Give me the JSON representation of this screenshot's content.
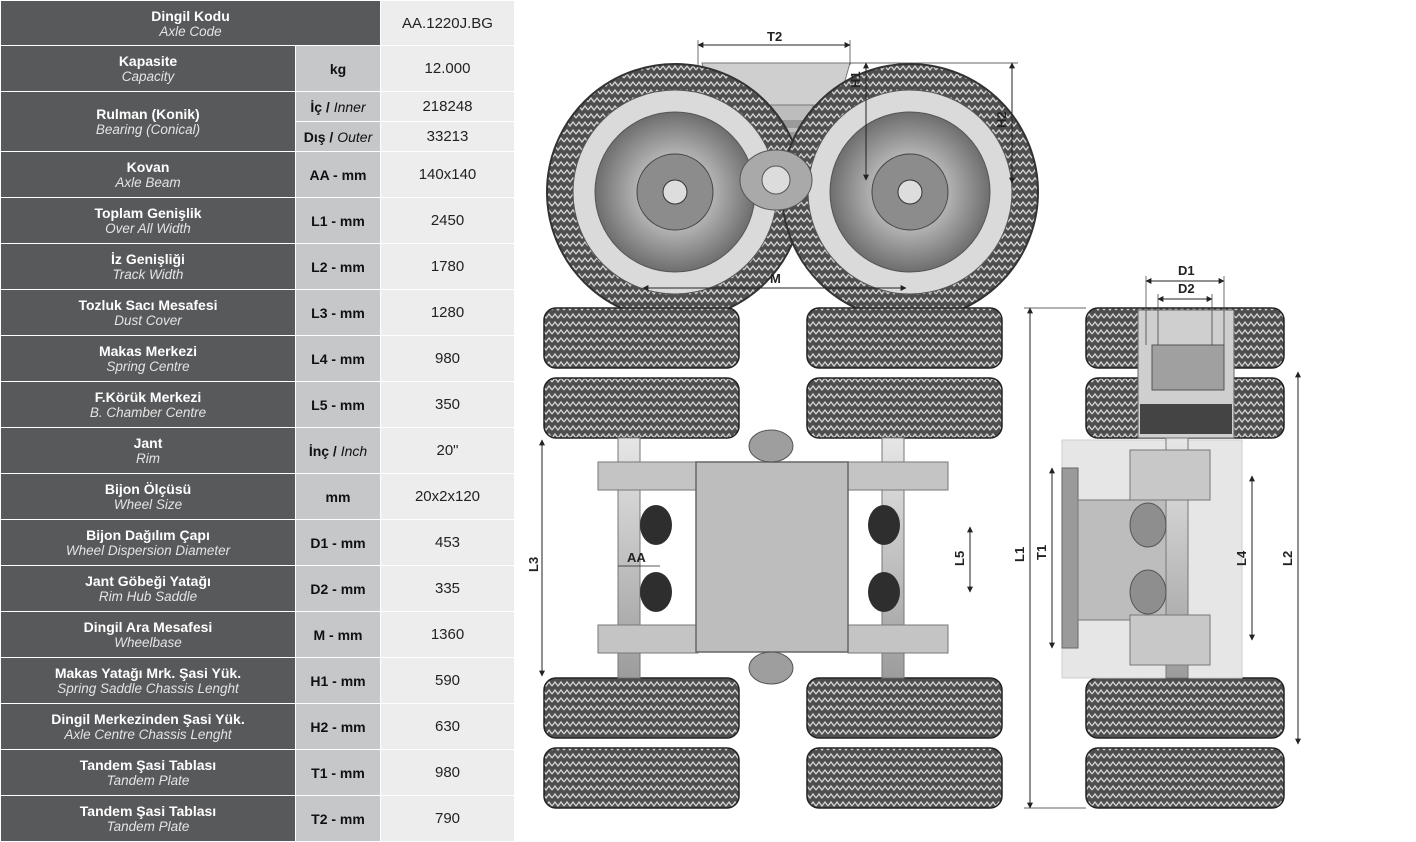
{
  "header": {
    "label_tr": "Dingil Kodu",
    "label_en": "Axle Code",
    "value": "AA.1220J.BG"
  },
  "rows": [
    {
      "tr": "Kapasite",
      "en": "Capacity",
      "unit": "kg",
      "value": "12.000"
    },
    {
      "tr": "Rulman (Konik)",
      "en": "Bearing (Conical)",
      "sub": [
        {
          "unit_tr": "İç /",
          "unit_en": "Inner",
          "value": "218248"
        },
        {
          "unit_tr": "Dış /",
          "unit_en": "Outer",
          "value": "33213"
        }
      ]
    },
    {
      "tr": "Kovan",
      "en": "Axle Beam",
      "unit": "AA - mm",
      "value": "140x140"
    },
    {
      "tr": "Toplam Genişlik",
      "en": "Over All Width",
      "unit": "L1 - mm",
      "value": "2450"
    },
    {
      "tr": "İz Genişliği",
      "en": "Track Width",
      "unit": "L2 - mm",
      "value": "1780"
    },
    {
      "tr": "Tozluk Sacı Mesafesi",
      "en": "Dust Cover",
      "unit": "L3 - mm",
      "value": "1280"
    },
    {
      "tr": "Makas Merkezi",
      "en": "Spring Centre",
      "unit": "L4 - mm",
      "value": "980"
    },
    {
      "tr": "F.Körük Merkezi",
      "en": "B. Chamber Centre",
      "unit": "L5 - mm",
      "value": "350"
    },
    {
      "tr": "Jant",
      "en": "Rim",
      "unit_tr": "İnç /",
      "unit_en": "Inch",
      "value": "20\""
    },
    {
      "tr": "Bijon Ölçüsü",
      "en": "Wheel Size",
      "unit": "mm",
      "value": "20x2x120"
    },
    {
      "tr": "Bijon Dağılım Çapı",
      "en": "Wheel Dispersion Diameter",
      "unit": "D1 - mm",
      "value": "453"
    },
    {
      "tr": "Jant Göbeği Yatağı",
      "en": "Rim Hub Saddle",
      "unit": "D2 - mm",
      "value": "335"
    },
    {
      "tr": "Dingil Ara Mesafesi",
      "en": "Wheelbase",
      "unit": "M - mm",
      "value": "1360"
    },
    {
      "tr": "Makas Yatağı Mrk. Şasi Yük.",
      "en": "Spring Saddle Chassis Lenght",
      "unit": "H1 - mm",
      "value": "590"
    },
    {
      "tr": "Dingil Merkezinden Şasi Yük.",
      "en": "Axle Centre Chassis Lenght",
      "unit": "H2 - mm",
      "value": "630"
    },
    {
      "tr": "Tandem Şasi Tablası",
      "en": "Tandem Plate",
      "unit": "T1 - mm",
      "value": "980"
    },
    {
      "tr": "Tandem Şasi Tablası",
      "en": "Tandem Plate",
      "unit": "T2 - mm",
      "value": "790"
    }
  ],
  "dimension_labels": {
    "t2": "T2",
    "h1": "H1",
    "h2": "H2",
    "m": "M",
    "aa": "AA",
    "l3": "L3",
    "l5": "L5",
    "d1": "D1",
    "d2": "D2",
    "l1": "L1",
    "t1": "T1",
    "l4": "L4",
    "l2": "L2"
  },
  "colors": {
    "label_bg": "#58595b",
    "unit_bg": "#c6c7c9",
    "value_bg": "#ededee"
  }
}
